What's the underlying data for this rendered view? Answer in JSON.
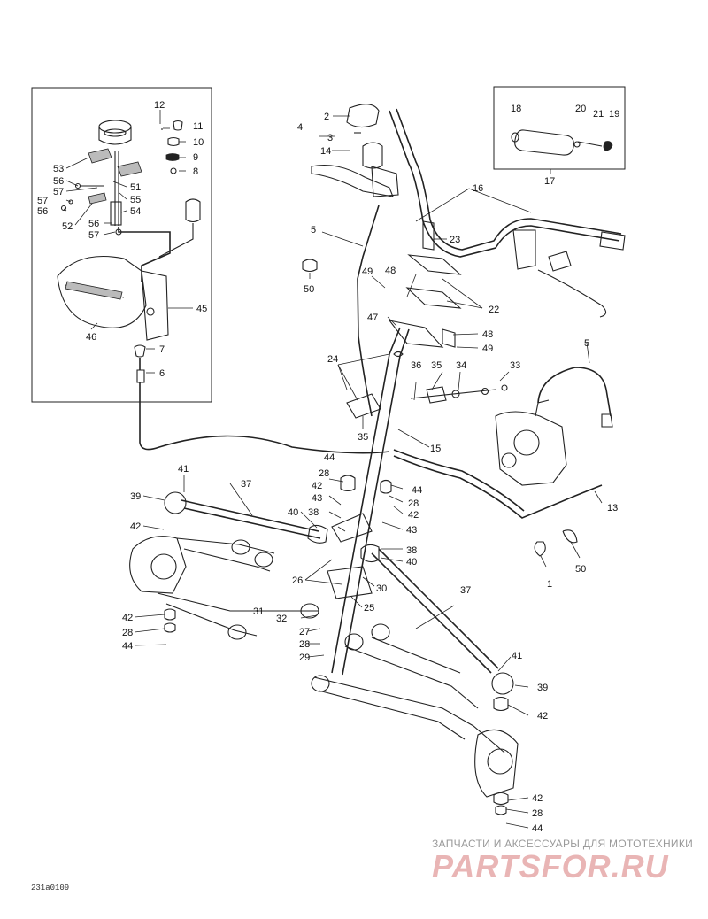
{
  "diagram_code": "231a0109",
  "watermark": {
    "line1": "ЗАПЧАСТИ И АКСЕССУАРЫ ДЛЯ МОТОТЕХНИКИ",
    "line2": "PARTSFOR.RU"
  },
  "callouts": [
    {
      "id": "c1",
      "text": "1"
    },
    {
      "id": "c2",
      "text": "2"
    },
    {
      "id": "c3",
      "text": "3"
    },
    {
      "id": "c4",
      "text": "4"
    },
    {
      "id": "c5a",
      "text": "5"
    },
    {
      "id": "c5b",
      "text": "5"
    },
    {
      "id": "c6",
      "text": "6"
    },
    {
      "id": "c7",
      "text": "7"
    },
    {
      "id": "c8",
      "text": "8"
    },
    {
      "id": "c9",
      "text": "9"
    },
    {
      "id": "c10",
      "text": "10"
    },
    {
      "id": "c11",
      "text": "11"
    },
    {
      "id": "c12",
      "text": "12"
    },
    {
      "id": "c13",
      "text": "13"
    },
    {
      "id": "c14",
      "text": "14"
    },
    {
      "id": "c15",
      "text": "15"
    },
    {
      "id": "c16",
      "text": "16"
    },
    {
      "id": "c17",
      "text": "17"
    },
    {
      "id": "c18",
      "text": "18"
    },
    {
      "id": "c19",
      "text": "19"
    },
    {
      "id": "c20",
      "text": "20"
    },
    {
      "id": "c21",
      "text": "21"
    },
    {
      "id": "c22",
      "text": "22"
    },
    {
      "id": "c23",
      "text": "23"
    },
    {
      "id": "c24",
      "text": "24"
    },
    {
      "id": "c25",
      "text": "25"
    },
    {
      "id": "c26",
      "text": "26"
    },
    {
      "id": "c27",
      "text": "27"
    },
    {
      "id": "c28a",
      "text": "28"
    },
    {
      "id": "c28b",
      "text": "28"
    },
    {
      "id": "c28c",
      "text": "28"
    },
    {
      "id": "c28d",
      "text": "28"
    },
    {
      "id": "c28e",
      "text": "28"
    },
    {
      "id": "c29",
      "text": "29"
    },
    {
      "id": "c30",
      "text": "30"
    },
    {
      "id": "c31",
      "text": "31"
    },
    {
      "id": "c32",
      "text": "32"
    },
    {
      "id": "c33",
      "text": "33"
    },
    {
      "id": "c34",
      "text": "34"
    },
    {
      "id": "c35a",
      "text": "35"
    },
    {
      "id": "c35b",
      "text": "35"
    },
    {
      "id": "c36",
      "text": "36"
    },
    {
      "id": "c37a",
      "text": "37"
    },
    {
      "id": "c37b",
      "text": "37"
    },
    {
      "id": "c38a",
      "text": "38"
    },
    {
      "id": "c38b",
      "text": "38"
    },
    {
      "id": "c39a",
      "text": "39"
    },
    {
      "id": "c39b",
      "text": "39"
    },
    {
      "id": "c40a",
      "text": "40"
    },
    {
      "id": "c40b",
      "text": "40"
    },
    {
      "id": "c41a",
      "text": "41"
    },
    {
      "id": "c41b",
      "text": "41"
    },
    {
      "id": "c42a",
      "text": "42"
    },
    {
      "id": "c42b",
      "text": "42"
    },
    {
      "id": "c42c",
      "text": "42"
    },
    {
      "id": "c42d",
      "text": "42"
    },
    {
      "id": "c42e",
      "text": "42"
    },
    {
      "id": "c42f",
      "text": "42"
    },
    {
      "id": "c43a",
      "text": "43"
    },
    {
      "id": "c43b",
      "text": "43"
    },
    {
      "id": "c44a",
      "text": "44"
    },
    {
      "id": "c44b",
      "text": "44"
    },
    {
      "id": "c44c",
      "text": "44"
    },
    {
      "id": "c44d",
      "text": "44"
    },
    {
      "id": "c45",
      "text": "45"
    },
    {
      "id": "c46",
      "text": "46"
    },
    {
      "id": "c47",
      "text": "47"
    },
    {
      "id": "c48a",
      "text": "48"
    },
    {
      "id": "c48b",
      "text": "48"
    },
    {
      "id": "c49a",
      "text": "49"
    },
    {
      "id": "c49b",
      "text": "49"
    },
    {
      "id": "c50a",
      "text": "50"
    },
    {
      "id": "c50b",
      "text": "50"
    },
    {
      "id": "c51",
      "text": "51"
    },
    {
      "id": "c52",
      "text": "52"
    },
    {
      "id": "c53",
      "text": "53"
    },
    {
      "id": "c54",
      "text": "54"
    },
    {
      "id": "c55",
      "text": "55"
    },
    {
      "id": "c56a",
      "text": "56"
    },
    {
      "id": "c56b",
      "text": "56"
    },
    {
      "id": "c56c",
      "text": "56"
    },
    {
      "id": "c57a",
      "text": "57"
    },
    {
      "id": "c57b",
      "text": "57"
    },
    {
      "id": "c57c",
      "text": "57"
    }
  ]
}
